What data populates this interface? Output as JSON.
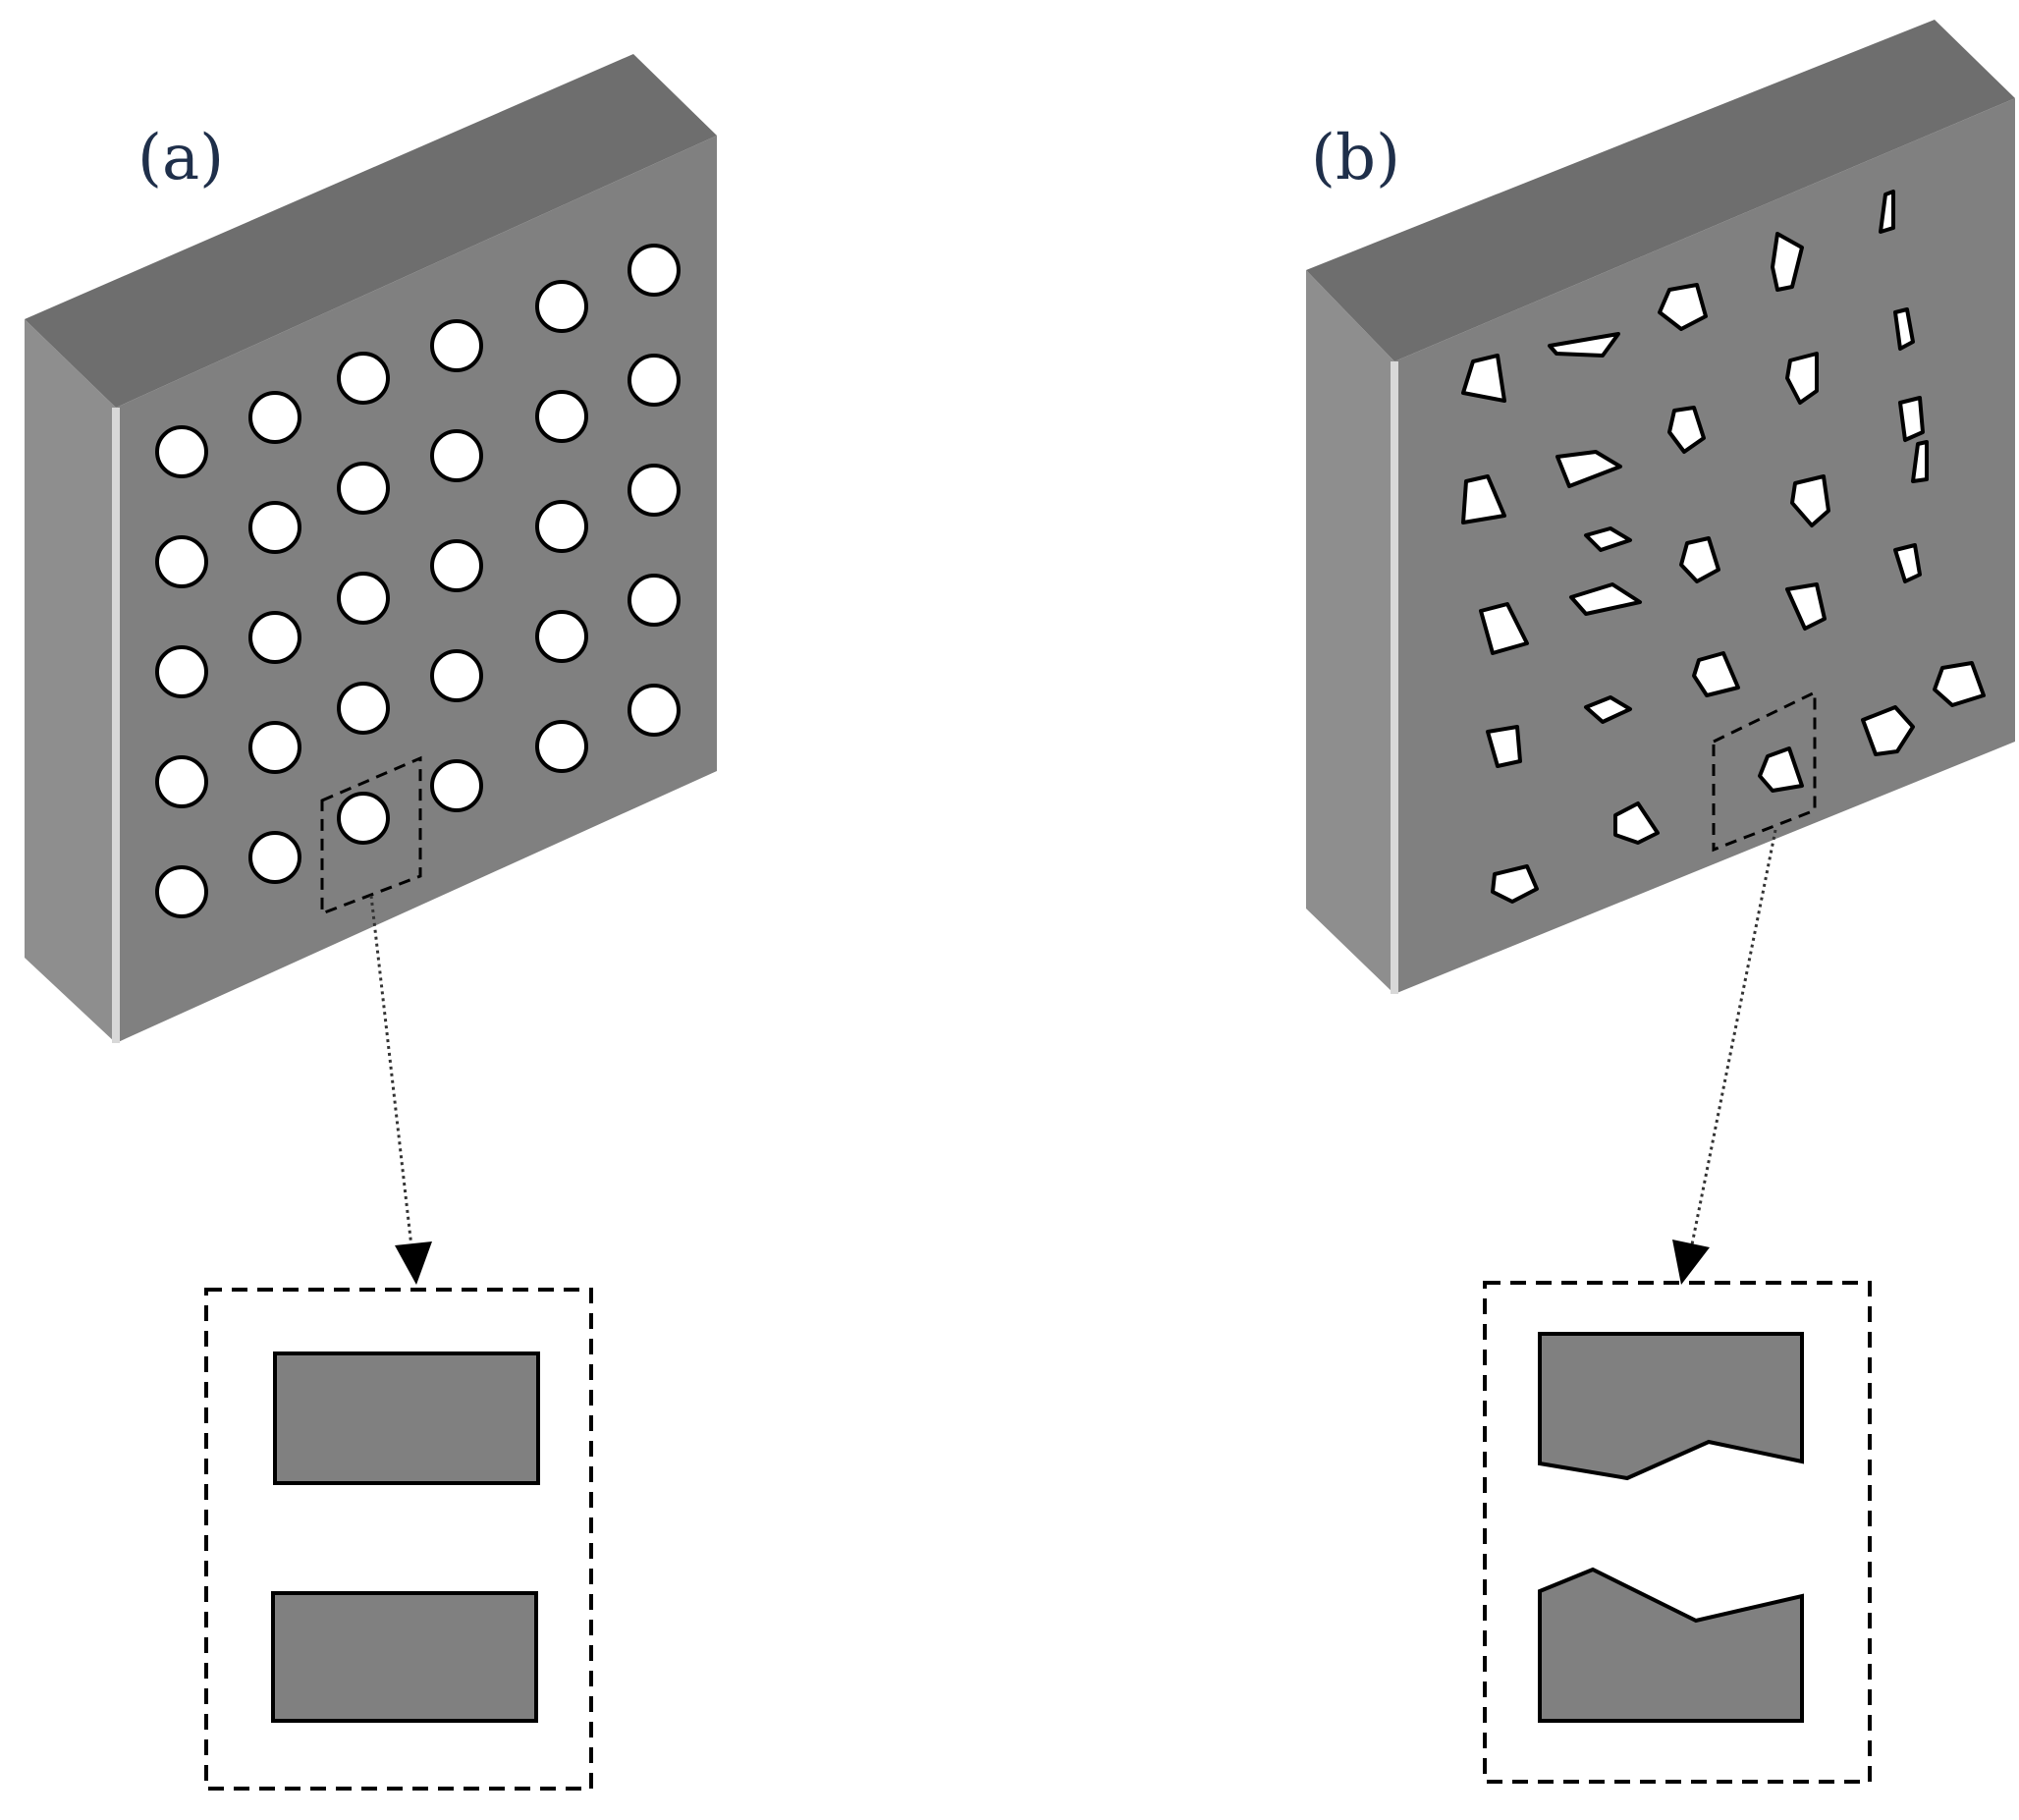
{
  "panels": [
    {
      "label": "(a)",
      "pore_shape": "circular",
      "pore_count": 30
    },
    {
      "label": "(b)",
      "pore_shape": "irregular polygonal",
      "pore_count": 27
    }
  ],
  "colors": {
    "plate_face": "#808080",
    "plate_top": "#6e6e6e",
    "plate_side": "#8e8e8e",
    "plate_edge_highlight": "#d8d8d8",
    "pore_fill": "#ffffff",
    "outline": "#000000",
    "label_text": "#1f2f4a"
  }
}
